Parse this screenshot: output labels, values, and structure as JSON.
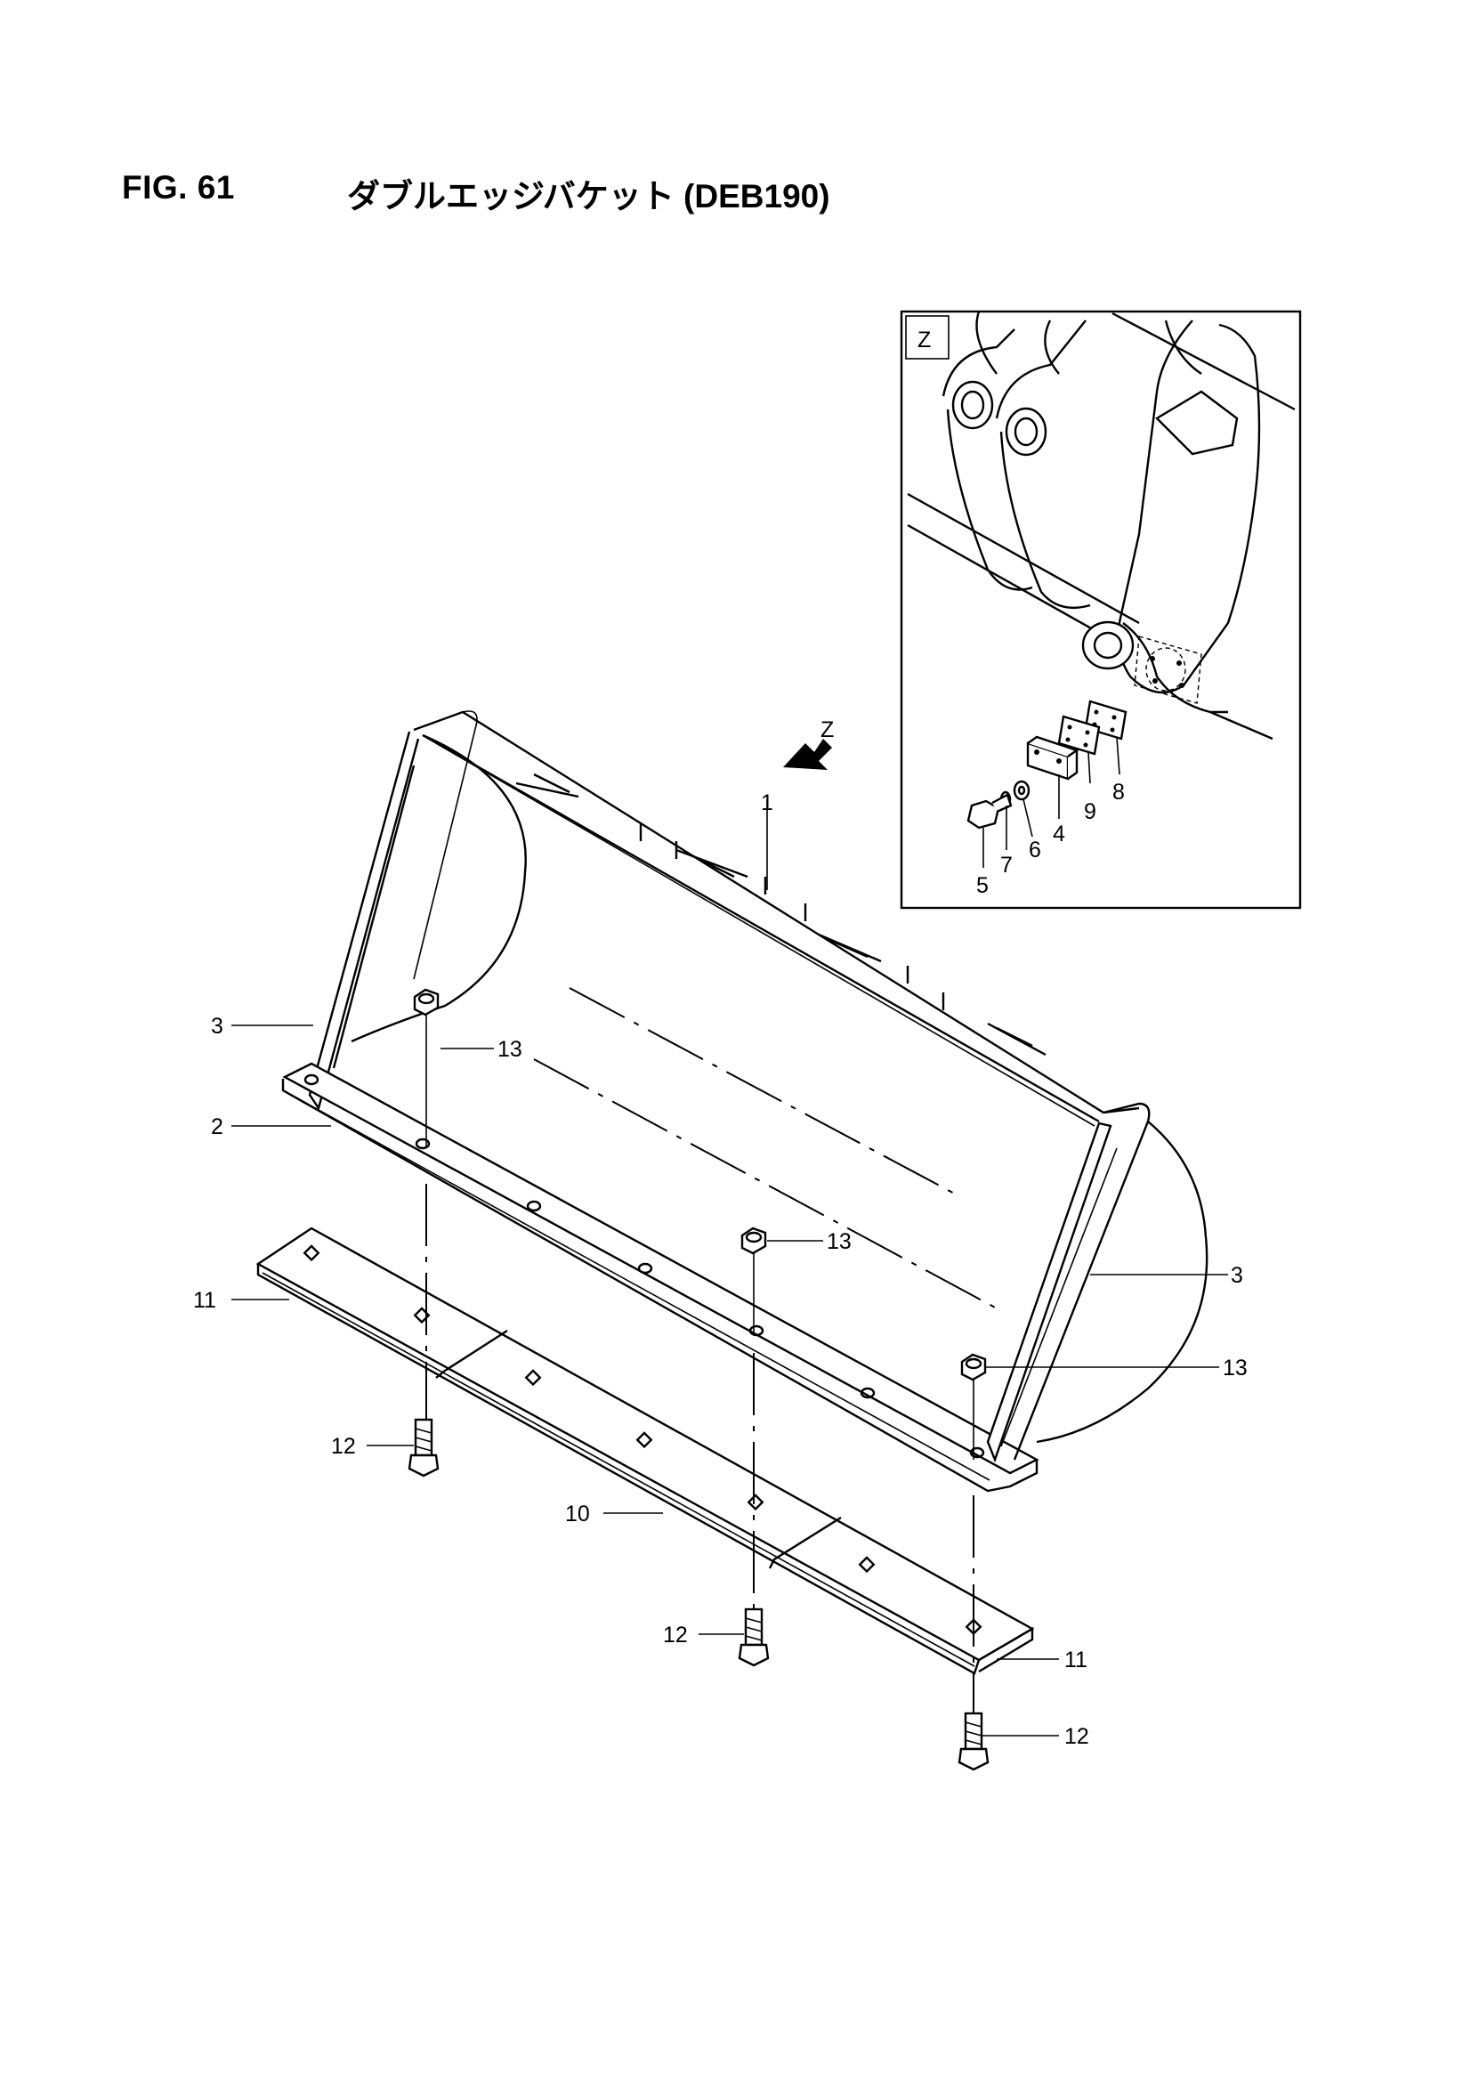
{
  "header": {
    "figure_number": "FIG. 61",
    "figure_title": "ダブルエッジバケット (DEB190)"
  },
  "detail_view": {
    "label": "Z",
    "view_arrow_label": "Z"
  },
  "callouts": {
    "c1": "1",
    "c2": "2",
    "c3_left": "3",
    "c3_right": "3",
    "c4": "4",
    "c5": "5",
    "c6": "6",
    "c7": "7",
    "c8": "8",
    "c9": "9",
    "c10": "10",
    "c11_left": "11",
    "c11_right": "11",
    "c12_a": "12",
    "c12_b": "12",
    "c12_c": "12",
    "c13_a": "13",
    "c13_b": "13",
    "c13_c": "13"
  }
}
